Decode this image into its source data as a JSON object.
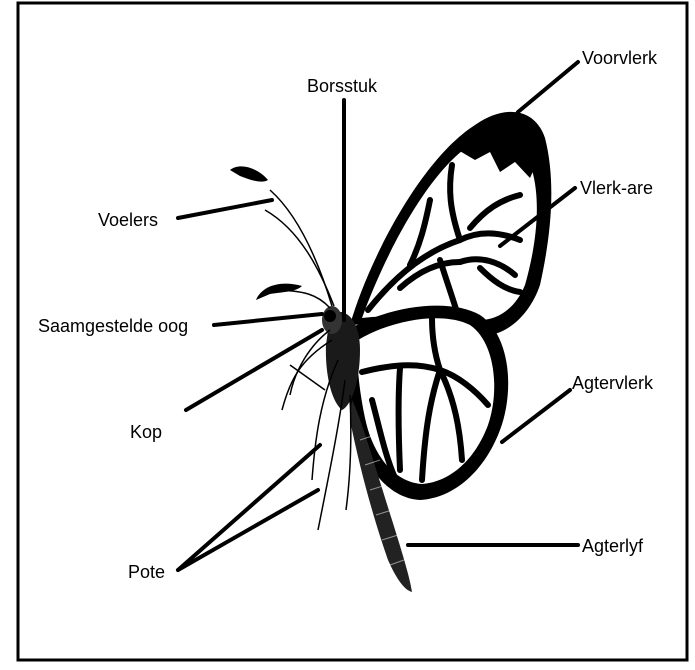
{
  "diagram": {
    "labels": {
      "borsstuk": "Borsstuk",
      "voorvlerk": "Voorvlerk",
      "vlerk_are": "Vlerk-are",
      "voelers": "Voelers",
      "saamgestelde_oog": "Saamgestelde oog",
      "kop": "Kop",
      "agtervlerk": "Agtervlerk",
      "pote": "Pote",
      "agterlyf": "Agterlyf"
    },
    "colors": {
      "ink": "#000000",
      "paper": "#ffffff",
      "frame": "#000000"
    }
  }
}
